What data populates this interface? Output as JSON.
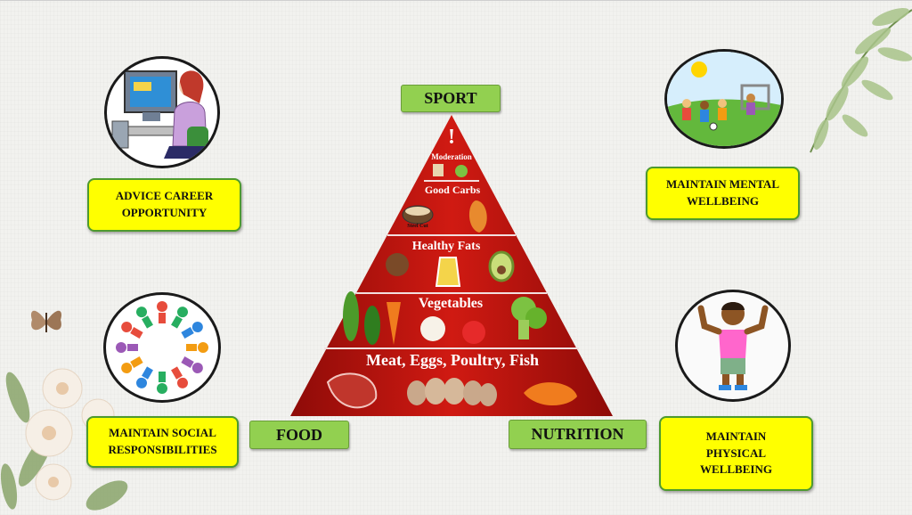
{
  "labels": {
    "sport": "SPORT",
    "food": "FOOD",
    "nutrition": "NUTRITION",
    "career": "ADVICE CAREER OPPORTUNITY",
    "mental": "MAINTAIN MENTAL WELLBEING",
    "social": "MAINTAIN SOCIAL RESPONSIBILITIES",
    "physical": "MAINTAIN PHYSICAL WELLBEING"
  },
  "pyramid": {
    "tiers": [
      {
        "label": "!",
        "sub": "Moderation"
      },
      {
        "label": "Good Carbs"
      },
      {
        "label": "Healthy Fats"
      },
      {
        "label": "Vegetables"
      },
      {
        "label": "Meat, Eggs, Poultry, Fish"
      }
    ],
    "bowl_text": "Steel Cut"
  },
  "colors": {
    "yellow_box": "#ffff00",
    "yellow_border": "#4e9a2e",
    "green_box": "#92d050",
    "pyramid_red": "#c0150f"
  },
  "icons": [
    "computer-user-icon",
    "kids-soccer-icon",
    "people-circle-icon",
    "strong-kid-icon",
    "butterfly-icon",
    "flower-icon",
    "leaf-branch-icon"
  ]
}
